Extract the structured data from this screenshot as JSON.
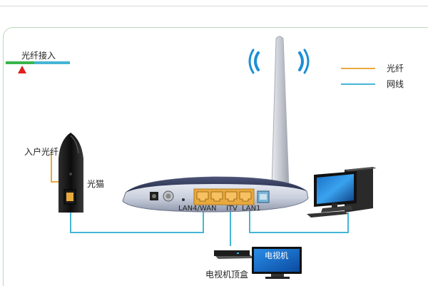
{
  "header": {
    "fiber_in_label": "光纤接入"
  },
  "legend": {
    "items": [
      {
        "label": "光纤",
        "color": "#e9a93d"
      },
      {
        "label": "网线",
        "color": "#45b5d6"
      }
    ]
  },
  "labels": {
    "home_fiber": "入户光纤",
    "optical_modem": "光猫",
    "port_wan": "LAN4/WAN",
    "port_itv": "ITV",
    "port_lan1": "LAN1",
    "settop_box": "电视机顶盒",
    "tv_screen_text": "电视机"
  },
  "colors": {
    "fiber": "#e9a93d",
    "ethernet": "#45b5d6",
    "green_bar": "#39b54a",
    "blue_bar": "#45b5d6",
    "marker_red": "#e02020"
  },
  "icons": [
    "wifi-signal-icon",
    "warning-triangle-icon"
  ]
}
